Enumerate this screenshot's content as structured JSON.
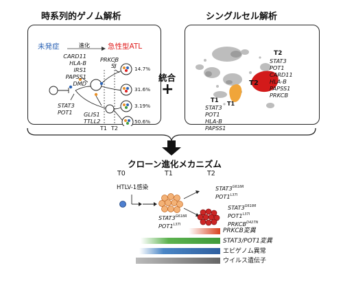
{
  "titles": {
    "left": "時系列的ゲノム解析",
    "right": "シングルセル解析",
    "bottom": "クローン進化メカニズム"
  },
  "left_panel": {
    "undiagnosed": "未発症",
    "evolution": "進化",
    "acute_atl": "急性型ATL",
    "genes_left": [
      "CARD11",
      "HLA-B",
      "IRS1",
      "PAPSS1",
      "DMD"
    ],
    "genes_low": [
      "STAT3",
      "POT1"
    ],
    "genes_mid": [
      "GLIS1",
      "TTLL2"
    ],
    "gene_prkcb": "PRKCB",
    "gene_si": "SI",
    "percentages": [
      "14.7%",
      "31.6%",
      "3.19%",
      "50.6%"
    ],
    "t1": "T1",
    "t2": "T2"
  },
  "integration": {
    "label": "統合",
    "plus": "+"
  },
  "right_panel": {
    "t2_label": "T2",
    "t2_genes": [
      "STAT3",
      "POT1",
      "CARD11",
      "HLA-B",
      "PAPSS1",
      "PRKCB"
    ],
    "t2_cluster": "T2",
    "t1_cluster": "T1",
    "t1_label": "T1",
    "t1_genes": [
      "STAT3",
      "POT1",
      "HLA-B",
      "PAPSS1"
    ]
  },
  "mechanism": {
    "t0": "T0",
    "t1": "T1",
    "t2": "T2",
    "htlv": "HTLV-1感染",
    "t1_stat3": "STAT3",
    "t1_stat3_sup": "G618R",
    "t1_pot1": "POT1",
    "t1_pot1_sup": "L37I",
    "t2a_stat3": "STAT3",
    "t2a_stat3_sup": "G618R",
    "t2a_pot1": "POT1",
    "t2a_pot1_sup": "L37I",
    "t2b_stat3": "STAT3",
    "t2b_stat3_sup": "G618R",
    "t2b_pot1": "POT1",
    "t2b_pot1_sup": "L37I",
    "t2b_prkcb": "PRKCB",
    "t2b_prkcb_sup": "D427N"
  },
  "bars": [
    {
      "label": "PRKCB変異",
      "color": "#d8421f"
    },
    {
      "label": "STAT3/POT1変異",
      "color": "#3f9a3a"
    },
    {
      "label": "エピゲノム異常",
      "color": "#3a76b6"
    },
    {
      "label": "ウイルス遺伝子",
      "color": "#7e7e7e"
    }
  ],
  "colors": {
    "undiagnosed": "#2b63b5",
    "acute": "#e02020",
    "orange_cluster": "#f0a53a",
    "red_cluster": "#d31a1a"
  }
}
